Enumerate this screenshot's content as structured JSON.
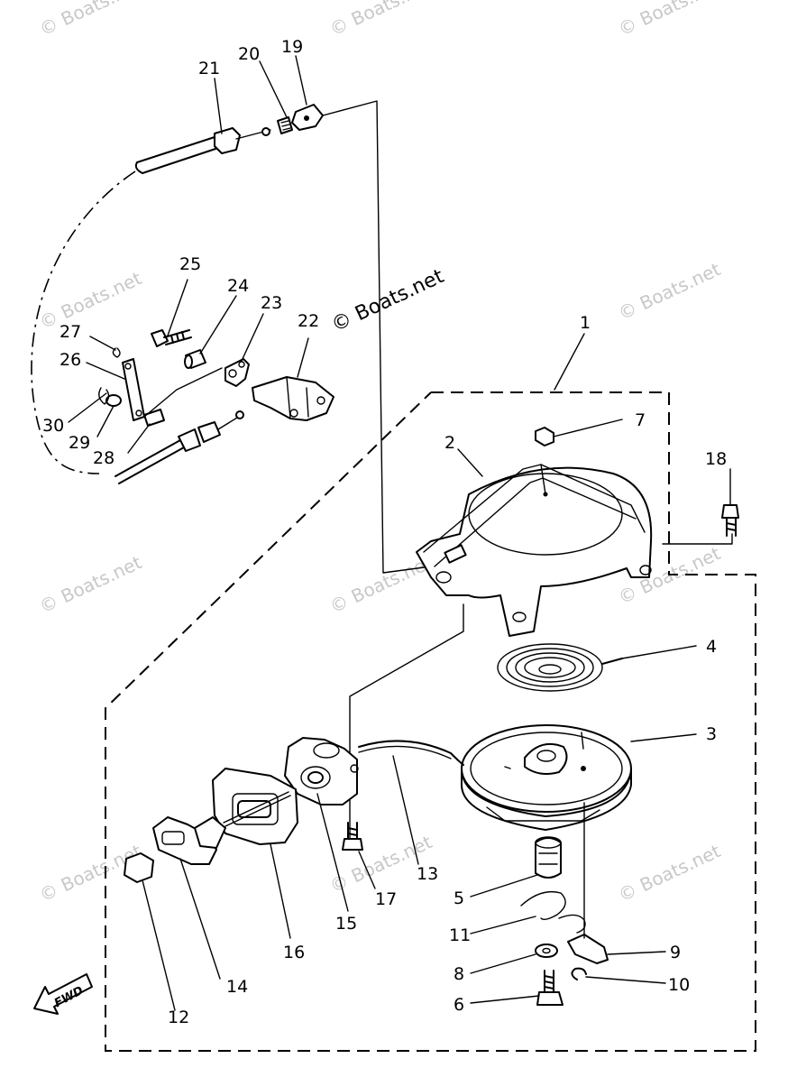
{
  "watermarks": {
    "text": "© Boats.net",
    "dark_text": "© Boats.net"
  },
  "fwd_label": "FWD",
  "callouts": {
    "c1": "1",
    "c2": "2",
    "c3": "3",
    "c4": "4",
    "c5": "5",
    "c6": "6",
    "c7": "7",
    "c8": "8",
    "c9": "9",
    "c10": "10",
    "c11": "11",
    "c12": "12",
    "c13": "13",
    "c14": "14",
    "c15": "15",
    "c16": "16",
    "c17": "17",
    "c18": "18",
    "c19": "19",
    "c20": "20",
    "c21": "21",
    "c22": "22",
    "c23": "23",
    "c24": "24",
    "c25": "25",
    "c26": "26",
    "c27": "27",
    "c28": "28",
    "c29": "29",
    "c30": "30"
  }
}
